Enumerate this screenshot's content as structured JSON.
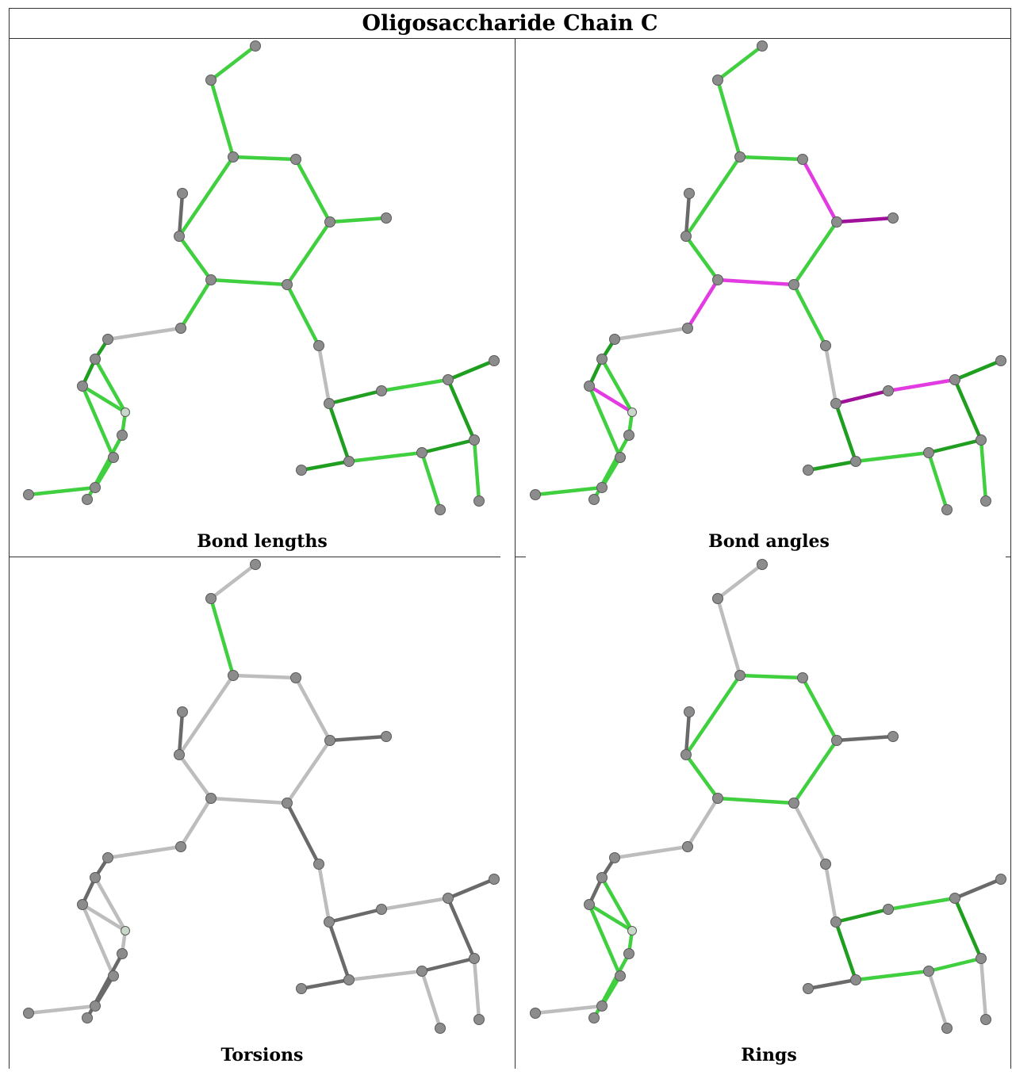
{
  "title": "Oligosaccharide Chain C",
  "panels": [
    {
      "label": "Bond lengths"
    },
    {
      "label": "Bond angles"
    },
    {
      "label": "Torsions"
    },
    {
      "label": "Rings"
    }
  ],
  "colors": {
    "green": "#3fcf3f",
    "dark_green": "#1f9e1f",
    "magenta": "#e23be2",
    "dark_magenta": "#a0109a",
    "grey": "#bdbdbd",
    "dark_grey": "#6a6a6a",
    "atom": "#8c8c8c"
  }
}
